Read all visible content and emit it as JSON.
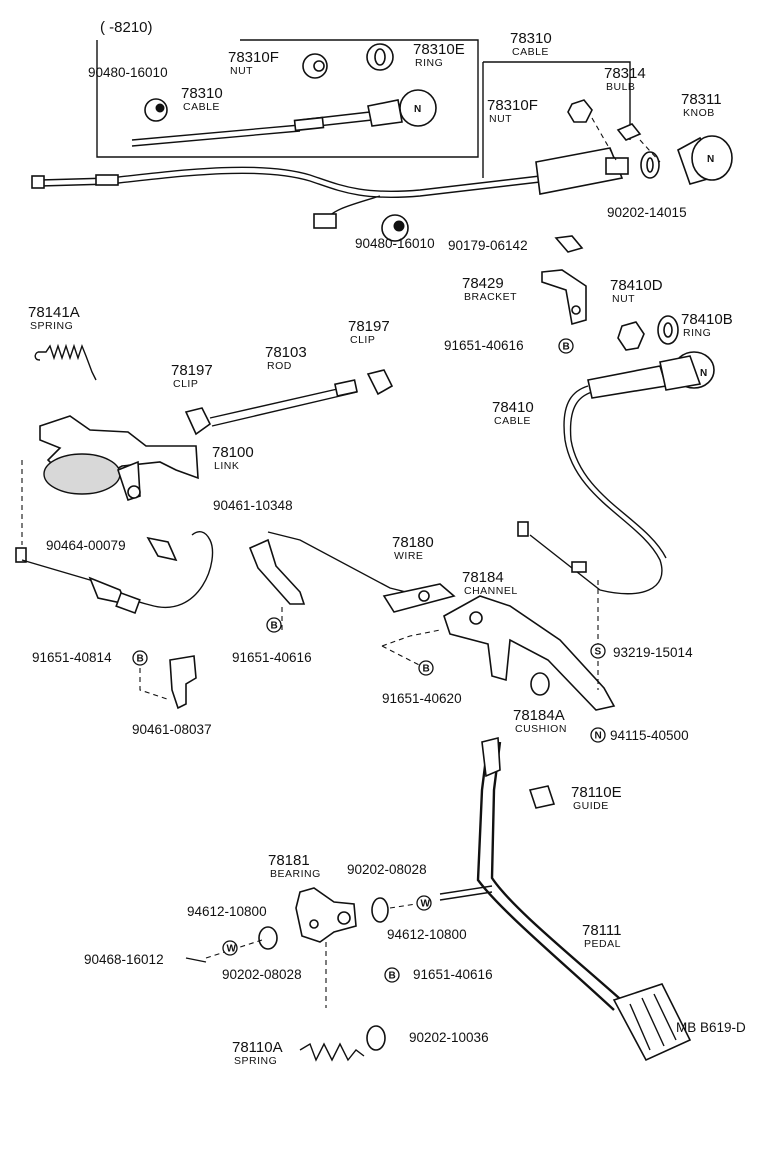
{
  "inset": {
    "range": "(      -8210)"
  },
  "parts": [
    {
      "id": "p0",
      "number": "78310F",
      "name": "NUT"
    },
    {
      "id": "p1",
      "number": "78310E",
      "name": "RING"
    },
    {
      "id": "p2",
      "number": "90480-16010",
      "name": ""
    },
    {
      "id": "p3",
      "number": "78310",
      "name": "CABLE"
    },
    {
      "id": "p4",
      "number": "78310",
      "name": "CABLE"
    },
    {
      "id": "p5",
      "number": "78314",
      "name": "BULB"
    },
    {
      "id": "p6",
      "number": "78310F",
      "name": "NUT"
    },
    {
      "id": "p7",
      "number": "78311",
      "name": "KNOB"
    },
    {
      "id": "p8",
      "number": "90202-14015",
      "name": ""
    },
    {
      "id": "p9",
      "number": "90480-16010",
      "name": ""
    },
    {
      "id": "p10",
      "number": "90179-06142",
      "name": ""
    },
    {
      "id": "p11",
      "number": "78429",
      "name": "BRACKET"
    },
    {
      "id": "p12",
      "number": "78410D",
      "name": "NUT"
    },
    {
      "id": "p13",
      "number": "78410B",
      "name": "RING"
    },
    {
      "id": "p14",
      "number": "91651-40616",
      "name": ""
    },
    {
      "id": "p15",
      "number": "78141A",
      "name": "SPRING"
    },
    {
      "id": "p16",
      "number": "78197",
      "name": "CLIP"
    },
    {
      "id": "p17",
      "number": "78103",
      "name": "ROD"
    },
    {
      "id": "p18",
      "number": "78197",
      "name": "CLIP"
    },
    {
      "id": "p19",
      "number": "78410",
      "name": "CABLE"
    },
    {
      "id": "p20",
      "number": "78100",
      "name": "LINK"
    },
    {
      "id": "p21",
      "number": "90461-10348",
      "name": ""
    },
    {
      "id": "p22",
      "number": "90464-00079",
      "name": ""
    },
    {
      "id": "p23",
      "number": "78180",
      "name": "WIRE"
    },
    {
      "id": "p24",
      "number": "78184",
      "name": "CHANNEL"
    },
    {
      "id": "p25",
      "number": "91651-40814",
      "name": ""
    },
    {
      "id": "p26",
      "number": "91651-40616",
      "name": ""
    },
    {
      "id": "p27",
      "number": "93219-15014",
      "name": ""
    },
    {
      "id": "p28",
      "number": "91651-40620",
      "name": ""
    },
    {
      "id": "p29",
      "number": "90461-08037",
      "name": ""
    },
    {
      "id": "p30",
      "number": "78184A",
      "name": "CUSHION"
    },
    {
      "id": "p31",
      "number": "94115-40500",
      "name": ""
    },
    {
      "id": "p32",
      "number": "78110E",
      "name": "GUIDE"
    },
    {
      "id": "p33",
      "number": "78181",
      "name": "BEARING"
    },
    {
      "id": "p34",
      "number": "90202-08028",
      "name": ""
    },
    {
      "id": "p35",
      "number": "94612-10800",
      "name": ""
    },
    {
      "id": "p36",
      "number": "94612-10800",
      "name": ""
    },
    {
      "id": "p37",
      "number": "90468-16012",
      "name": ""
    },
    {
      "id": "p38",
      "number": "90202-08028",
      "name": ""
    },
    {
      "id": "p39",
      "number": "91651-40616",
      "name": ""
    },
    {
      "id": "p40",
      "number": "78111",
      "name": "PEDAL"
    },
    {
      "id": "p41",
      "number": "78110A",
      "name": "SPRING"
    },
    {
      "id": "p42",
      "number": "90202-10036",
      "name": ""
    }
  ],
  "symbols": {
    "bolt": "B",
    "washer": "W",
    "nut": "N",
    "screw": "S"
  },
  "footer": {
    "code": "MB   B619-D"
  }
}
